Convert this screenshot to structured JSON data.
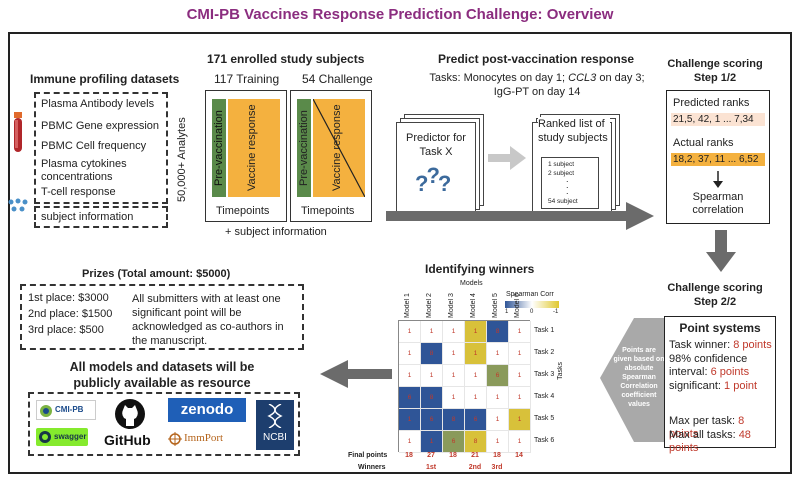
{
  "title": "CMI-PB Vaccines Response Prediction Challenge: Overview",
  "profiling": {
    "heading": "Immune profiling datasets",
    "items": [
      "Plasma Antibody levels",
      "PBMC Gene expression",
      "PBMC Cell frequency",
      "Plasma cytokines concentrations",
      "T-cell response"
    ],
    "subject_info": "subject information"
  },
  "enrolled": {
    "heading": "171 enrolled study subjects",
    "training_label": "117 Training",
    "challenge_label": "54 Challenge",
    "analytes_label": "50,000+ Analytes",
    "pre_label": "Pre-vaccination",
    "response_label": "Vaccine response",
    "timepoints_label": "Timepoints",
    "subject_info_label": "+ subject information"
  },
  "predict": {
    "heading": "Predict post-vaccination response",
    "tasks_line1_a": "Tasks: Monocytes on day 1; ",
    "tasks_line1_b": "CCL3",
    "tasks_line1_c": " on day 3;",
    "tasks_line2": "IgG-PT on day 14",
    "predictor_label": "Predictor for Task X",
    "predictor_glyph": "?",
    "ranked_label": "Ranked list of study subjects",
    "ranked_items": [
      "1 subject",
      "2 subject",
      "54 subject"
    ],
    "ranked_dots": "."
  },
  "scoring1": {
    "heading_line1": "Challenge scoring",
    "heading_line2": "Step 1/2",
    "predicted_label": "Predicted ranks",
    "predicted_values": "21,5, 42, 1 ... 7,34",
    "actual_label": "Actual ranks",
    "actual_values": "18,2, 37, 11 ... 6,52",
    "spearman_label": "Spearman correlation"
  },
  "scoring2": {
    "heading_line1": "Challenge scoring",
    "heading_line2": "Step 2/2",
    "point_heading": "Point systems",
    "rows": [
      {
        "label": "Task winner: ",
        "value": "8 points"
      },
      {
        "label": "98% confidence interval: ",
        "value": "6 points"
      },
      {
        "label": "significant: ",
        "value": "1 point"
      },
      {
        "label": "Max per task: ",
        "value": "8 points"
      },
      {
        "label": "Max all tasks: ",
        "value": "48 points"
      }
    ],
    "note": "Points are given based on absolute Spearman Correlation coefficient values"
  },
  "winners": {
    "heading": "Identifying winners",
    "models_label": "Models",
    "tasks_axis_label": "Tasks",
    "legend_title": "Spearman Corr",
    "legend_ticks": [
      "1",
      "0",
      "-1"
    ],
    "models": [
      "Model 1",
      "Model 2",
      "Model 3",
      "Model 4",
      "Model 5",
      "Model 6"
    ],
    "tasks": [
      "Task 1",
      "Task 2",
      "Task 3",
      "Task 4",
      "Task 5",
      "Task 6"
    ],
    "grid": [
      [
        {
          "c": "w",
          "v": "1"
        },
        {
          "c": "w",
          "v": "1"
        },
        {
          "c": "w",
          "v": "1"
        },
        {
          "c": "y",
          "v": "1"
        },
        {
          "c": "b",
          "v": "8"
        },
        {
          "c": "w",
          "v": "1"
        }
      ],
      [
        {
          "c": "w",
          "v": "1"
        },
        {
          "c": "b",
          "v": "8"
        },
        {
          "c": "w",
          "v": "1"
        },
        {
          "c": "y",
          "v": "1"
        },
        {
          "c": "w",
          "v": "1"
        },
        {
          "c": "w",
          "v": "1"
        }
      ],
      [
        {
          "c": "w",
          "v": "1"
        },
        {
          "c": "w",
          "v": "1"
        },
        {
          "c": "w",
          "v": "1"
        },
        {
          "c": "w",
          "v": "1"
        },
        {
          "c": "g",
          "v": "6"
        },
        {
          "c": "w",
          "v": "1"
        }
      ],
      [
        {
          "c": "b",
          "v": "6"
        },
        {
          "c": "b",
          "v": "8"
        },
        {
          "c": "w",
          "v": "1"
        },
        {
          "c": "w",
          "v": "1"
        },
        {
          "c": "w",
          "v": "1"
        },
        {
          "c": "w",
          "v": "1"
        }
      ],
      [
        {
          "c": "b",
          "v": "1"
        },
        {
          "c": "b",
          "v": "6"
        },
        {
          "c": "b",
          "v": "8"
        },
        {
          "c": "b",
          "v": "6"
        },
        {
          "c": "w",
          "v": "1"
        },
        {
          "c": "y",
          "v": "1"
        }
      ],
      [
        {
          "c": "w",
          "v": "1"
        },
        {
          "c": "b",
          "v": "1"
        },
        {
          "c": "g",
          "v": "6"
        },
        {
          "c": "y",
          "v": "8"
        },
        {
          "c": "w",
          "v": "1"
        },
        {
          "c": "w",
          "v": "1"
        }
      ]
    ],
    "final_label": "Final points",
    "final_points": [
      "18",
      "27",
      "18",
      "21",
      "18",
      "14"
    ],
    "winners_label": "Winners",
    "winner_ranks": [
      "",
      "1st",
      "",
      "2nd",
      "3rd",
      ""
    ],
    "colors": {
      "b": "#2f5597",
      "g": "#8a9a5b",
      "y": "#d8c13a",
      "w": "#ffffff"
    }
  },
  "prizes": {
    "heading": "Prizes (Total amount: $5000)",
    "places": [
      "1st place: $3000",
      "2nd place: $1500",
      "3rd place: $500"
    ],
    "note": "All submitters with at least one significant point will be acknowledged as co-authors in the manuscript."
  },
  "public": {
    "heading_line1": "All models and datasets will be",
    "heading_line2": "publicly available as resource",
    "logos": {
      "cmipb": "CMI-PB",
      "swagger": "swagger",
      "github": "GitHub",
      "zenodo": "zenodo",
      "immport": "ImmPort",
      "ncbi": "NCBI"
    }
  },
  "colors": {
    "title": "#8b2d7f",
    "green_bar": "#5a8a4a",
    "orange": "#f4b13f",
    "arrow": "#6b6b6b",
    "red_value": "#c0392b",
    "peach": "#fbe3d3"
  }
}
